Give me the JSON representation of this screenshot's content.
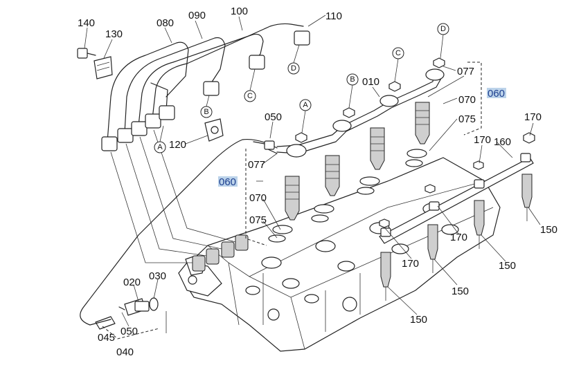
{
  "labels": {
    "p140": "140",
    "p130": "130",
    "p080": "080",
    "p090": "090",
    "p100": "100",
    "p110": "110",
    "p120": "120",
    "p050_top": "050",
    "p077_left": "077",
    "p060_left": "060",
    "p070_left": "070",
    "p075_left": "075",
    "p010": "010",
    "p077_right": "077",
    "p060_right": "060",
    "p070_right": "070",
    "p075_right": "075",
    "p170_a": "170",
    "p170_b": "170",
    "p160": "160",
    "p150_a": "150",
    "p150_b": "150",
    "p150_c": "150",
    "p150_d": "150",
    "p170_c": "170",
    "p170_d": "170",
    "p020": "020",
    "p030": "030",
    "p050_bottom": "050",
    "p045": "045",
    "p040": "040"
  },
  "refs": {
    "a1": "A",
    "a2": "A",
    "b1": "B",
    "b2": "B",
    "c1": "C",
    "c2": "C",
    "d1": "D",
    "d2": "D"
  },
  "highlight_color": "#bcd3ea"
}
